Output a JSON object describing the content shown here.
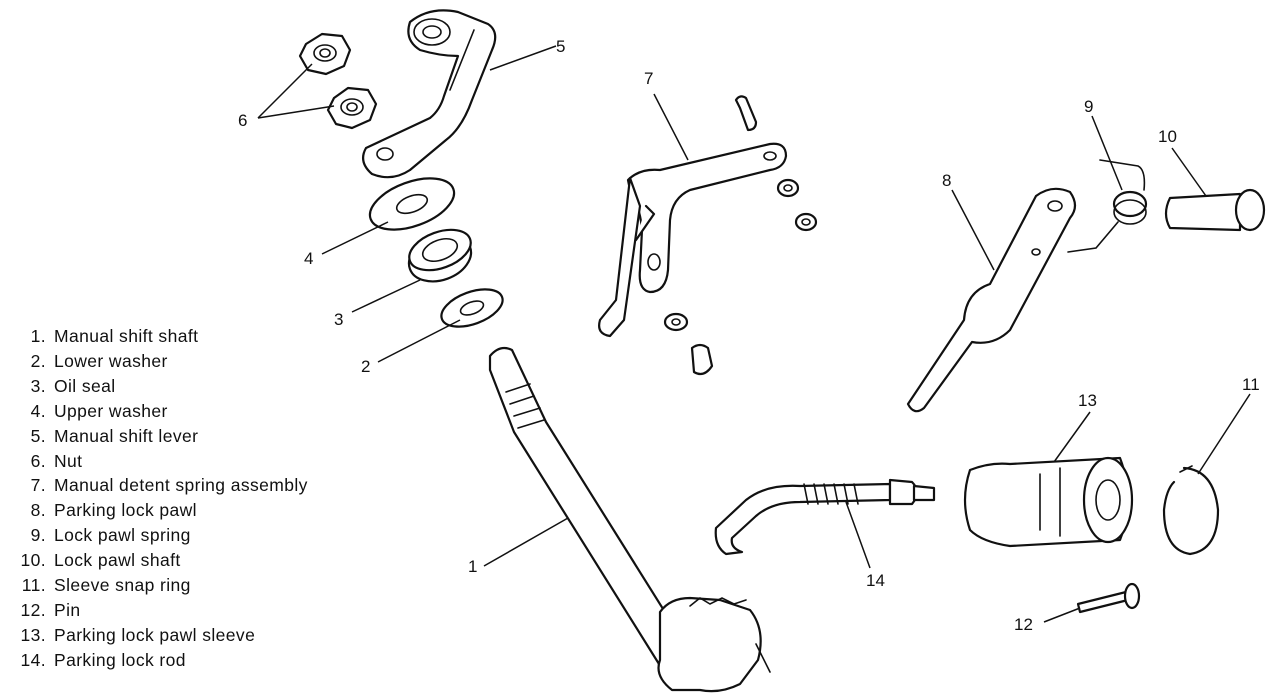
{
  "callouts": {
    "c1": "1",
    "c2": "2",
    "c3": "3",
    "c4": "4",
    "c5": "5",
    "c6": "6",
    "c7": "7",
    "c8": "8",
    "c9": "9",
    "c10": "10",
    "c11": "11",
    "c12": "12",
    "c13": "13",
    "c14": "14"
  },
  "legend": [
    {
      "num": "1.",
      "text": "Manual shift shaft"
    },
    {
      "num": "2.",
      "text": "Lower washer"
    },
    {
      "num": "3.",
      "text": "Oil seal"
    },
    {
      "num": "4.",
      "text": "Upper washer"
    },
    {
      "num": "5.",
      "text": "Manual shift lever"
    },
    {
      "num": "6.",
      "text": "Nut"
    },
    {
      "num": "7.",
      "text": "Manual detent spring assembly"
    },
    {
      "num": "8.",
      "text": "Parking lock pawl"
    },
    {
      "num": "9.",
      "text": "Lock pawl spring"
    },
    {
      "num": "10.",
      "text": "Lock pawl shaft"
    },
    {
      "num": "11.",
      "text": "Sleeve snap ring"
    },
    {
      "num": "12.",
      "text": "Pin"
    },
    {
      "num": "13.",
      "text": "Parking lock pawl sleeve"
    },
    {
      "num": "14.",
      "text": "Parking lock rod"
    }
  ]
}
